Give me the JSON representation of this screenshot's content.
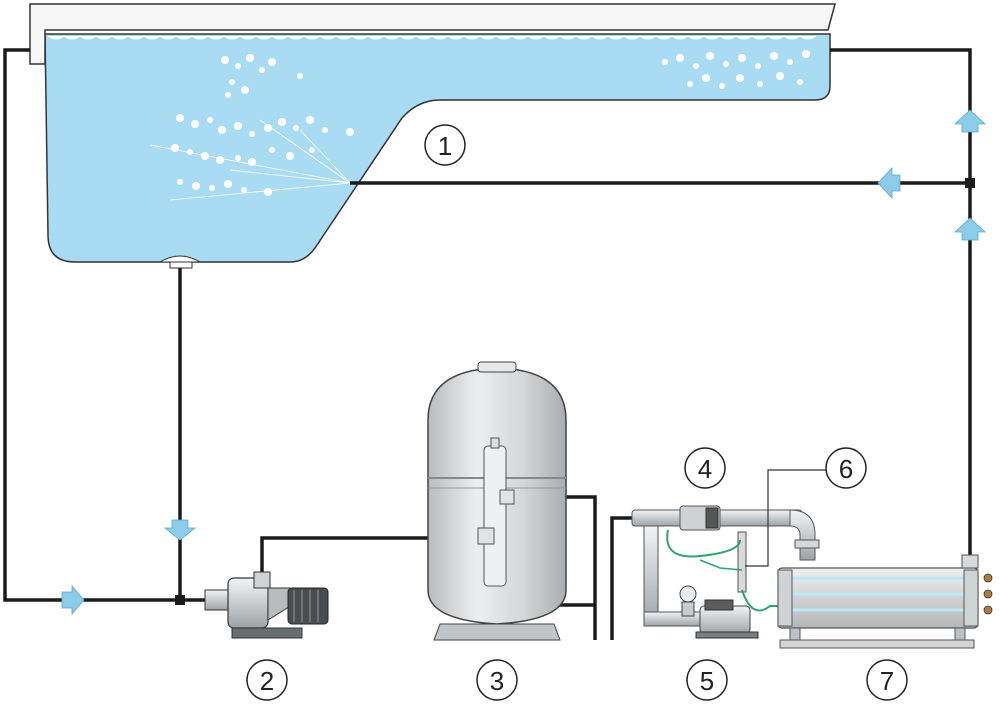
{
  "diagram": {
    "labels": [
      {
        "id": "1",
        "text": "1"
      },
      {
        "id": "2",
        "text": "2"
      },
      {
        "id": "3",
        "text": "3"
      },
      {
        "id": "4",
        "text": "4"
      },
      {
        "id": "5",
        "text": "5"
      },
      {
        "id": "6",
        "text": "6"
      },
      {
        "id": "7",
        "text": "7"
      }
    ],
    "colors": {
      "water": "#a9dcf2",
      "pipe": "#1b1b1b",
      "arrow": "#8ccbea",
      "equipment": "#d6d8da",
      "tube_glow": "#bfe6f7",
      "hose": "#2fa36b"
    },
    "icons": [
      "flow-arrow-icon",
      "pump-icon",
      "sand-filter-icon",
      "ozone-generator-icon",
      "uv-sterilizer-icon"
    ]
  }
}
